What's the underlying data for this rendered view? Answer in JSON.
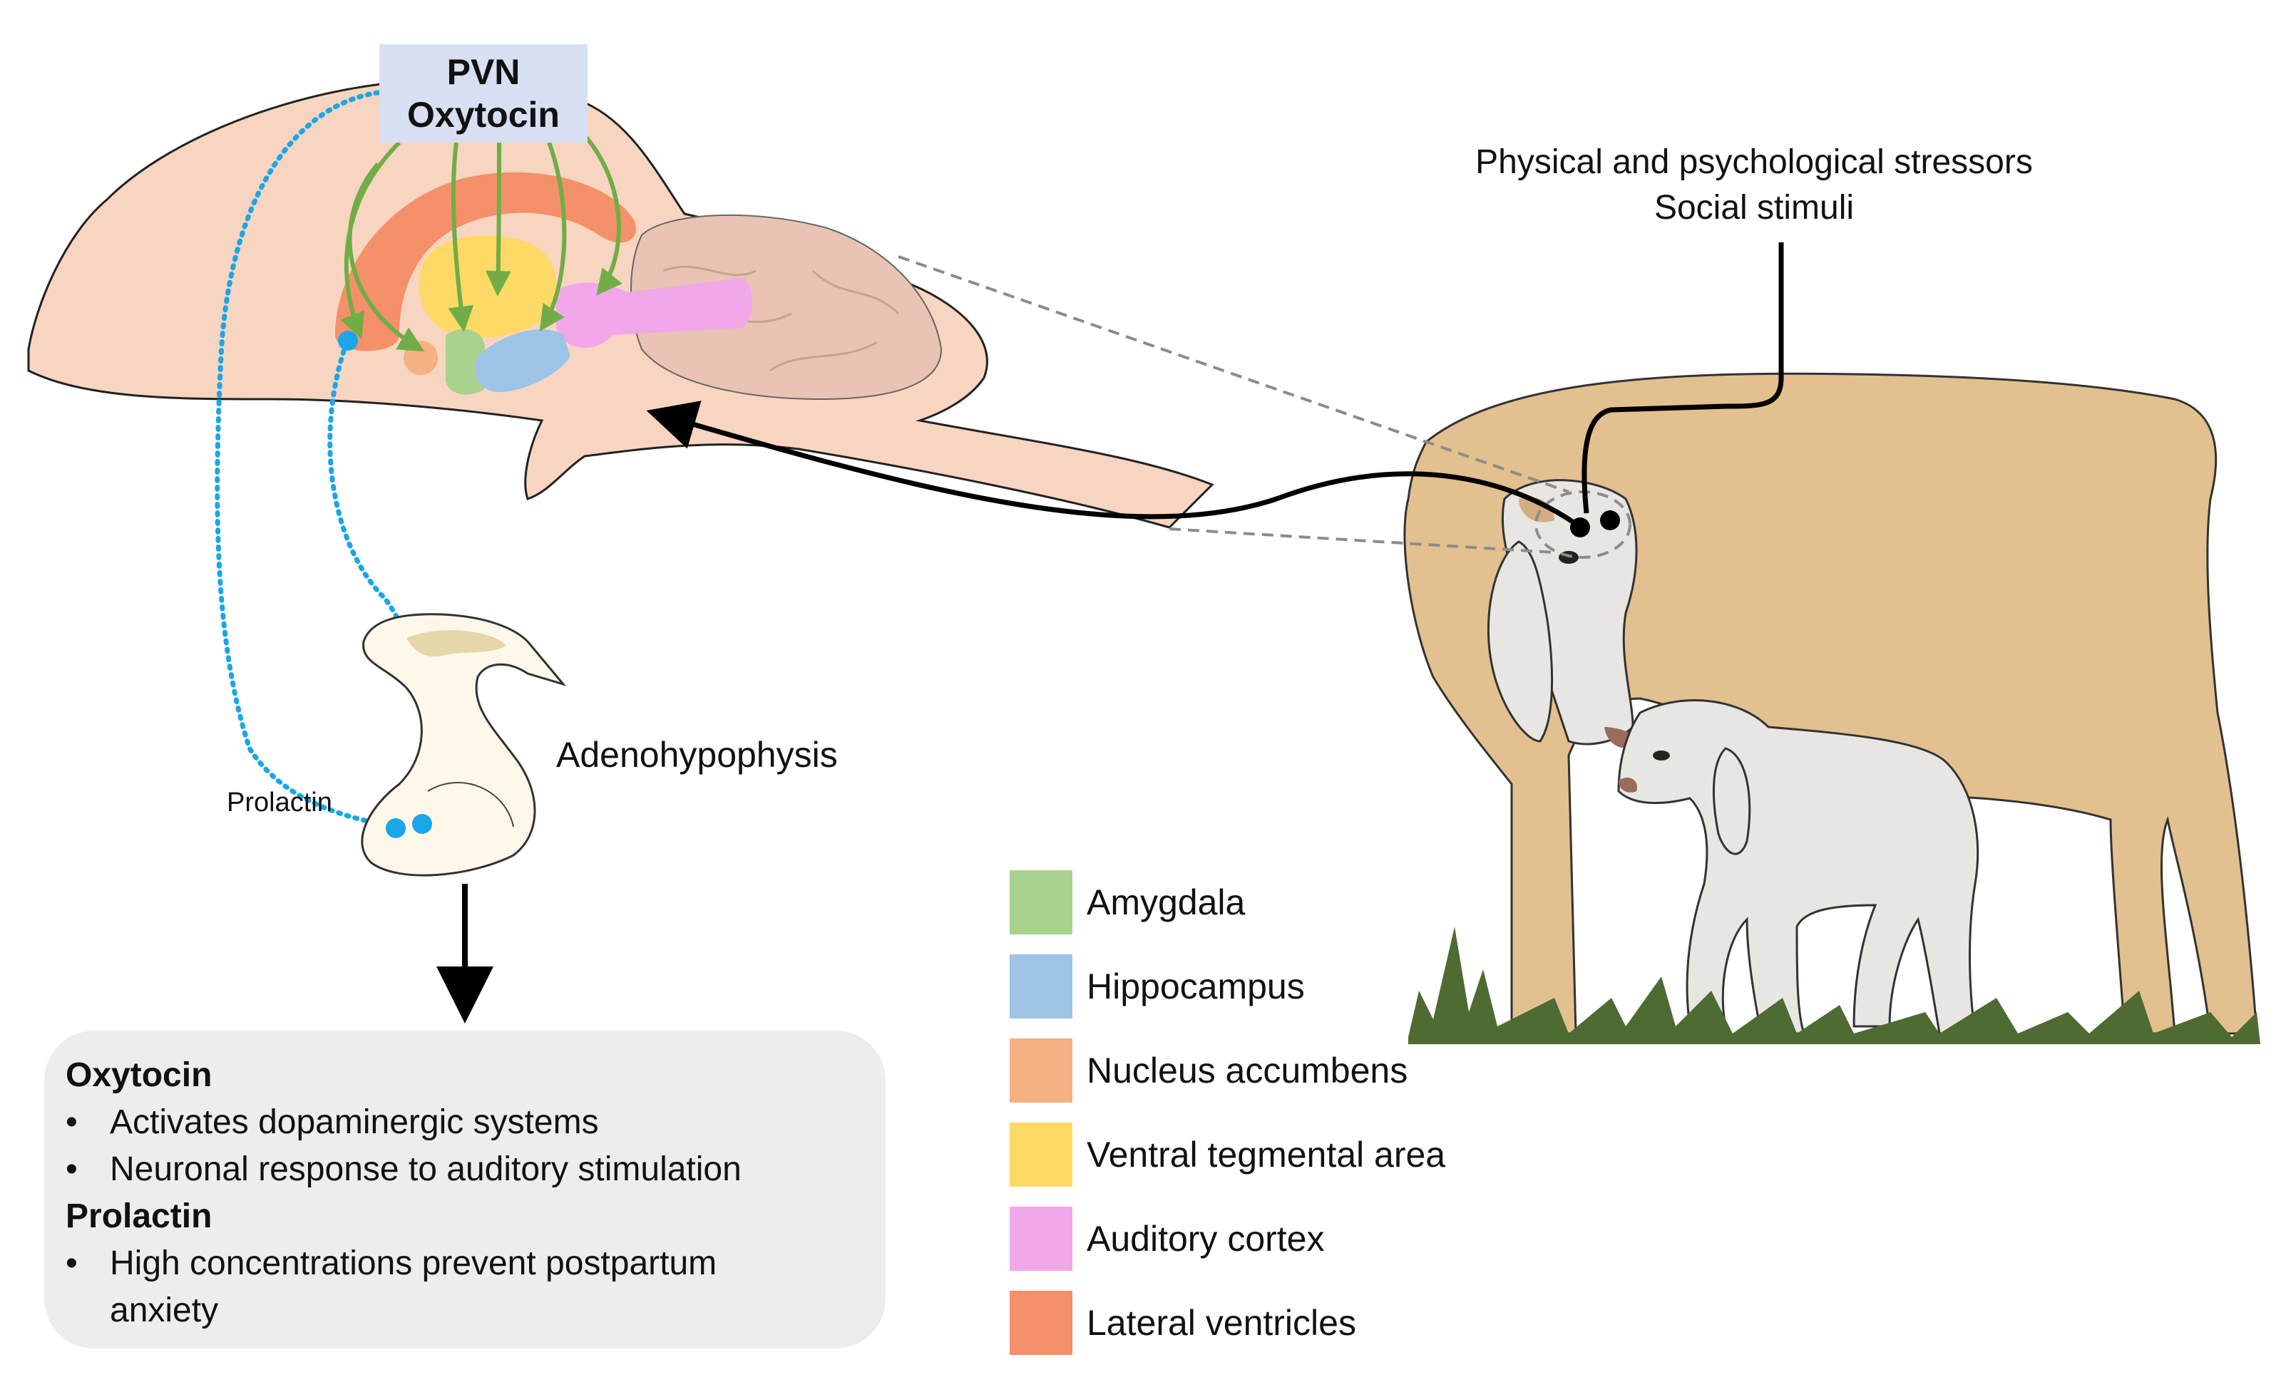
{
  "brain": {
    "pvn_line1": "PVN",
    "pvn_line2": "Oxytocin"
  },
  "stimuli": {
    "line1": "Physical and psychological stressors",
    "line2": "Social stimuli"
  },
  "pituitary": {
    "label": "Adenohypophysis",
    "prolactin_label": "Prolactin"
  },
  "info": {
    "oxytocin_heading": "Oxytocin",
    "oxytocin_points": [
      "Activates dopaminergic systems",
      "Neuronal response to auditory stimulation"
    ],
    "prolactin_heading": "Prolactin",
    "prolactin_points": [
      "High concentrations prevent postpartum anxiety"
    ]
  },
  "legend": [
    {
      "label": "Amygdala",
      "color": "#a9d18e"
    },
    {
      "label": "Hippocampus",
      "color": "#9dc3e6"
    },
    {
      "label": "Nucleus accumbens",
      "color": "#f4b183"
    },
    {
      "label": "Ventral tegmental area",
      "color": "#ffd966"
    },
    {
      "label": "Auditory cortex",
      "color": "#f0a8e8"
    },
    {
      "label": "Lateral ventricles",
      "color": "#f4906a"
    }
  ],
  "colors": {
    "brain_fill": "#f8d5c0",
    "cerebellum_fill": "#e9c3b3",
    "oxytocin_arrow": "#70ad47",
    "prolactin_dots": "#1aa6e8",
    "sheep_body": "#e3c08f",
    "sheep_head": "#e7e6e2",
    "grass": "#4e6b32",
    "pvn_box": "#d6e0f2",
    "info_box": "#ededed"
  }
}
